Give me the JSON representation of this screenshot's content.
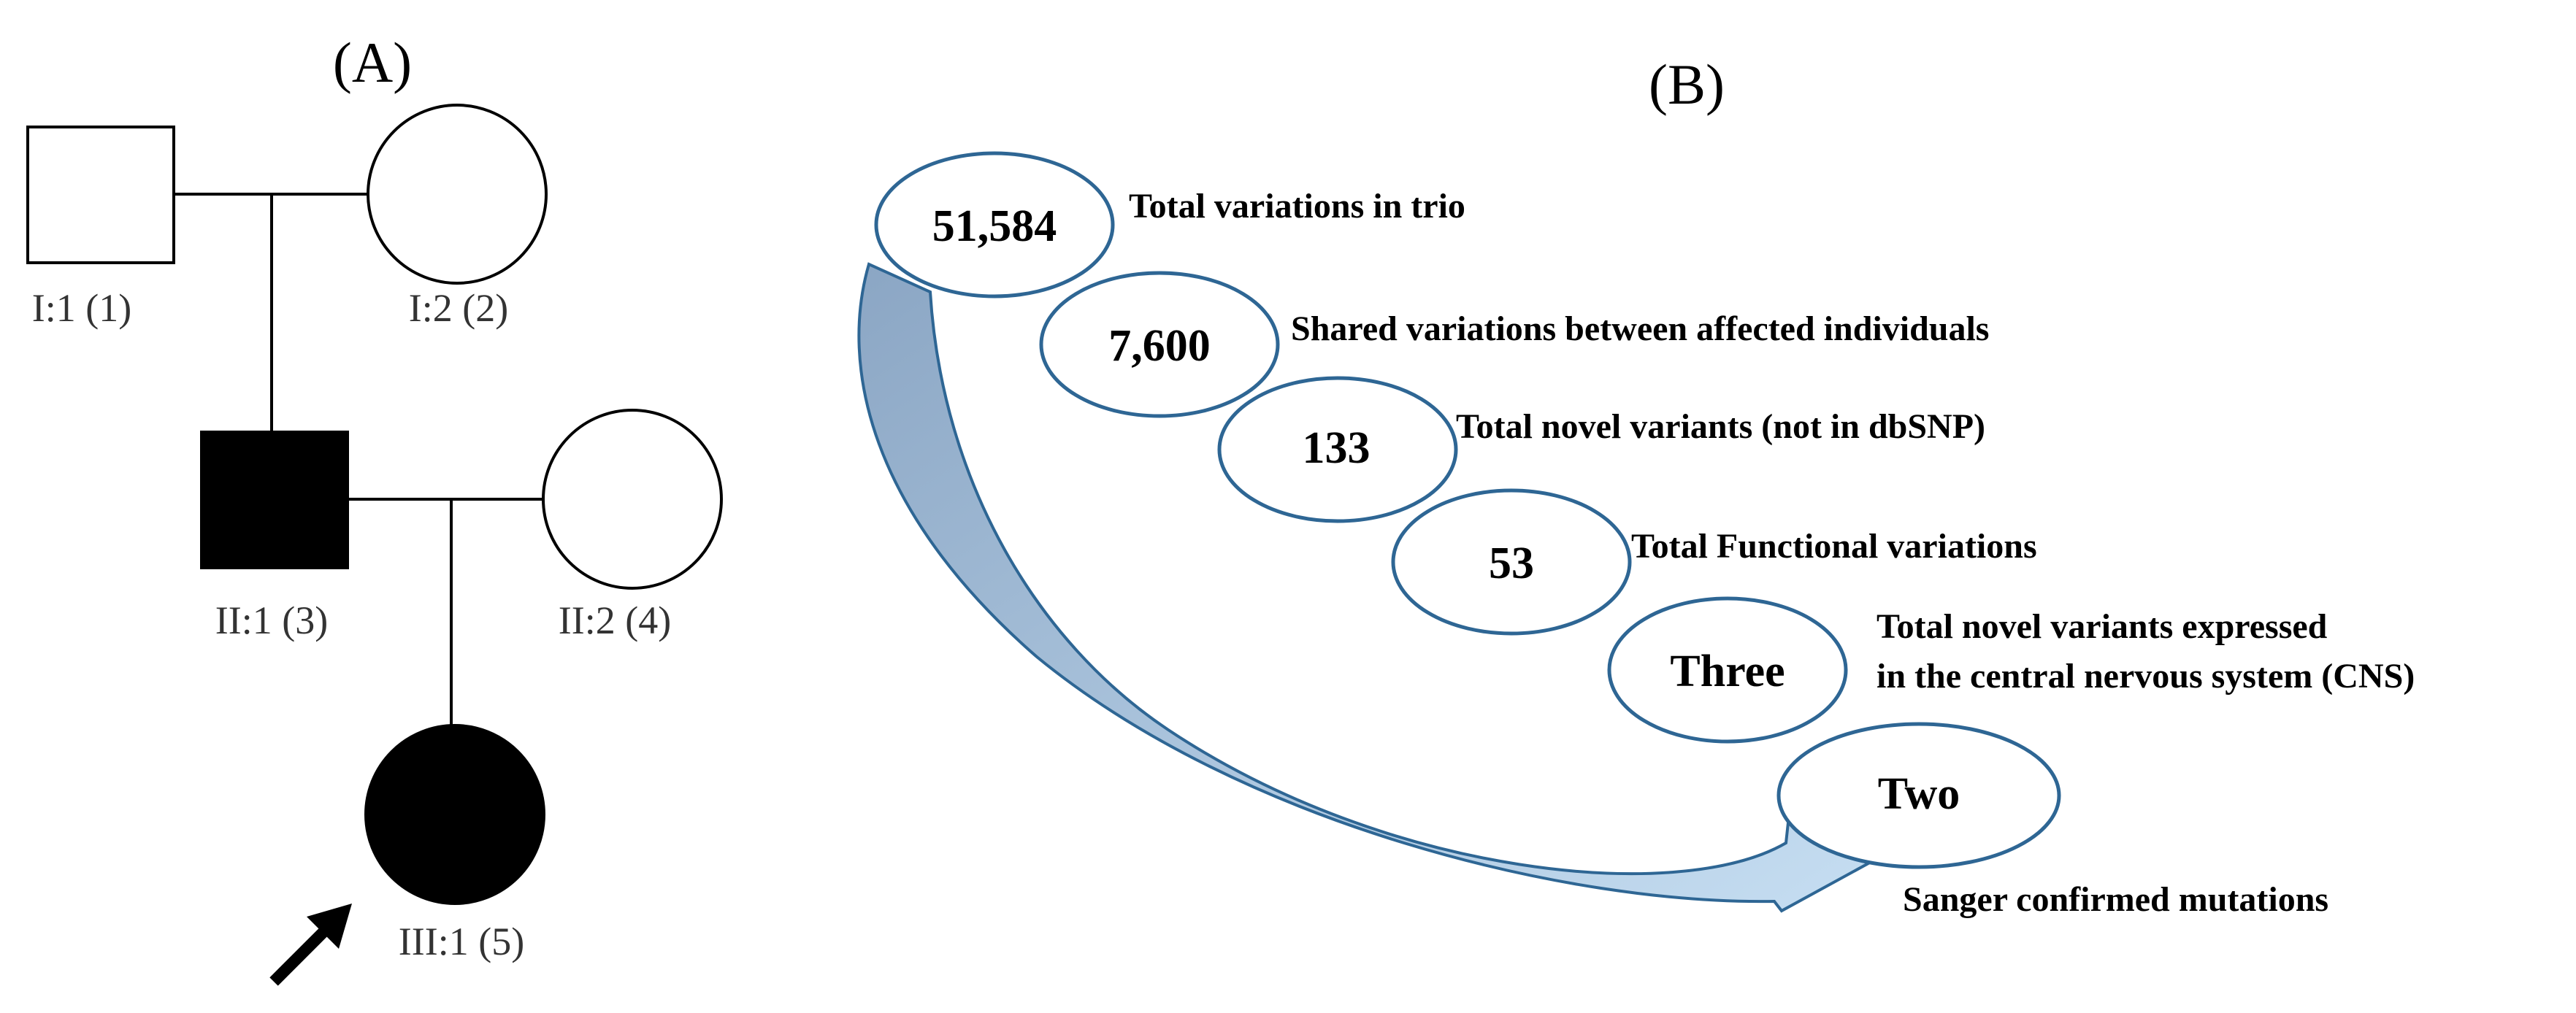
{
  "panel_a": {
    "label": "(A)",
    "individuals": {
      "i1": "I:1 (1)",
      "i2": "I:2 (2)",
      "ii1": "II:1 (3)",
      "ii2": "II:2 (4)",
      "iii1": "III:1 (5)"
    }
  },
  "panel_b": {
    "label": "(B)",
    "steps": [
      {
        "value": "51,584",
        "desc": "Total variations in trio"
      },
      {
        "value": "7,600",
        "desc": "Shared variations between affected individuals"
      },
      {
        "value": "133",
        "desc": "Total novel variants (not  in dbSNP)"
      },
      {
        "value": "53",
        "desc": "Total Functional variations"
      },
      {
        "value": "Three",
        "desc": "Total novel variants expressed",
        "desc2": "in  the central nervous system (CNS)"
      },
      {
        "value": "Two",
        "desc": "Sanger confirmed mutations"
      }
    ]
  },
  "colors": {
    "ellipse_stroke": "#2e6694",
    "arrow_fill_start": "#8ba6c4",
    "arrow_fill_end": "#c6def2",
    "arrow_stroke": "#2e6694"
  }
}
